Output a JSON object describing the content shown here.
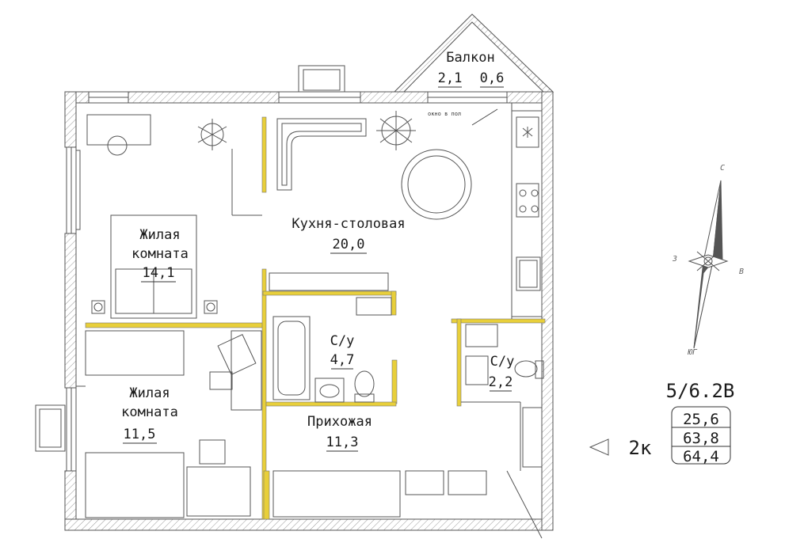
{
  "rooms": {
    "balcony": {
      "name": "Балкон",
      "area_a": "2,1",
      "area_b": "0,6"
    },
    "window_note": "окно в пол",
    "kitchen": {
      "name": "Кухня-столовая",
      "area": "20,0"
    },
    "bedroom1": {
      "line1": "Жилая",
      "line2": "комната",
      "area": "14,1"
    },
    "bedroom2": {
      "line1": "Жилая",
      "line2": "комната",
      "area": "11,5"
    },
    "bath_main": {
      "name": "С/у",
      "area": "4,7"
    },
    "bath_small": {
      "name": "С/у",
      "area": "2,2"
    },
    "hallway": {
      "name": "Прихожая",
      "area": "11,3"
    }
  },
  "compass": {
    "north": "С",
    "south": "ЮГ",
    "west": "З",
    "east": "В"
  },
  "info": {
    "unit": "5/6.2В",
    "areas": [
      "25,6",
      "63,8",
      "64,4"
    ],
    "rooms_count": "2к"
  },
  "colors": {
    "wall": "#555555",
    "hatch": "#9a9a9a",
    "partition": "#e8cf3a",
    "line": "#444444"
  }
}
